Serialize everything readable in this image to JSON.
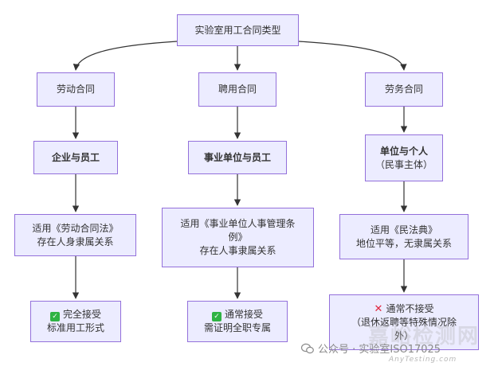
{
  "root": "实验室用工合同类型",
  "columns": [
    {
      "type": "劳动合同",
      "parties": [
        "企业与员工"
      ],
      "law": [
        "适用《劳动合同法》",
        "存在人身隶属关系"
      ],
      "result_icon": "check-icon",
      "result": [
        "完全接受",
        "标准用工形式"
      ]
    },
    {
      "type": "聘用合同",
      "parties": [
        "事业单位与员工"
      ],
      "law": [
        "适用《事业单位人事管理条",
        "例》",
        "存在人事隶属关系"
      ],
      "result_icon": "check-icon",
      "result": [
        "通常接受",
        "需证明全职专属"
      ]
    },
    {
      "type": "劳务合同",
      "parties": [
        "单位与个人",
        "（民事主体）"
      ],
      "law": [
        "适用《民法典》",
        "地位平等，无隶属关系"
      ],
      "result_icon": "cross-icon",
      "result": [
        "通常不接受",
        "（退休返聘等特殊情况除",
        "外）"
      ]
    }
  ],
  "colors": {
    "node_fill": "#ECECFF",
    "node_border": "#9370DB",
    "edge": "#333333",
    "check": "#2FB344",
    "cross": "#E0263F"
  },
  "watermark": {
    "wechat": "公众号 · 实验室ISO17025",
    "site": "AnyTesting.com",
    "overlay": "嘉峪检测网"
  }
}
